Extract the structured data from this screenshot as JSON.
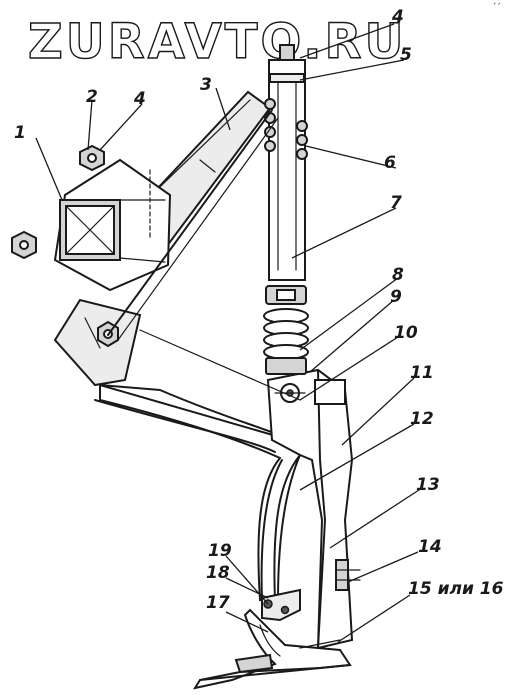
{
  "watermark": "ZURAVTO.RU",
  "corner_mark": "´´",
  "callouts": [
    {
      "id": "c1",
      "text": "1"
    },
    {
      "id": "c2",
      "text": "2"
    },
    {
      "id": "c3",
      "text": "3"
    },
    {
      "id": "c4a",
      "text": "4"
    },
    {
      "id": "c4b",
      "text": "4"
    },
    {
      "id": "c5",
      "text": "5"
    },
    {
      "id": "c6",
      "text": "6"
    },
    {
      "id": "c7",
      "text": "7"
    },
    {
      "id": "c8",
      "text": "8"
    },
    {
      "id": "c9",
      "text": "9"
    },
    {
      "id": "c10",
      "text": "10"
    },
    {
      "id": "c11",
      "text": "11"
    },
    {
      "id": "c12",
      "text": "12"
    },
    {
      "id": "c13",
      "text": "13"
    },
    {
      "id": "c14",
      "text": "14"
    },
    {
      "id": "c15",
      "text": "15 или 16"
    },
    {
      "id": "c17",
      "text": "17"
    },
    {
      "id": "c18",
      "text": "18"
    },
    {
      "id": "c19",
      "text": "19"
    }
  ]
}
